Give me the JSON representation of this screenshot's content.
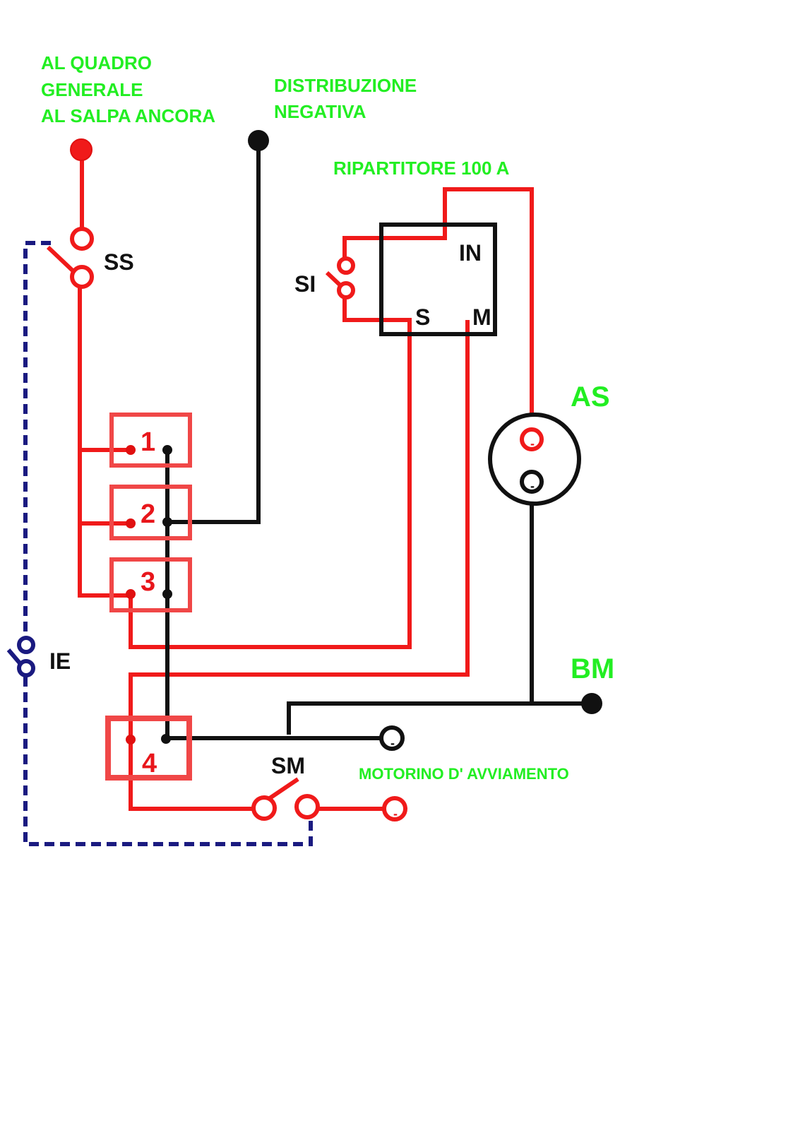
{
  "colors": {
    "positive": "#f01a1a",
    "negative": "#111111",
    "control": "#1a1a80",
    "label": "#22ee22",
    "fuse_box": "#f04747"
  },
  "labels": {
    "quadro_line1": "AL QUADRO",
    "quadro_line2": "GENERALE",
    "quadro_line3": "AL SALPA ANCORA",
    "distribuzione_line1": "DISTRIBUZIONE",
    "distribuzione_line2": "NEGATIVA",
    "ripartitore": "RIPARTITORE 100 A",
    "ss": "SS",
    "si": "SI",
    "ie": "IE",
    "sm": "SM",
    "as": "AS",
    "bm": "BM",
    "motorino": "MOTORINO D' AVVIAMENTO"
  },
  "ripartitore_terminals": {
    "in": "IN",
    "s": "S",
    "m": "M"
  },
  "fuses": [
    {
      "label": "1"
    },
    {
      "label": "2"
    },
    {
      "label": "3"
    },
    {
      "label": "4"
    }
  ],
  "terminal_symbols": {
    "minus": "-"
  }
}
